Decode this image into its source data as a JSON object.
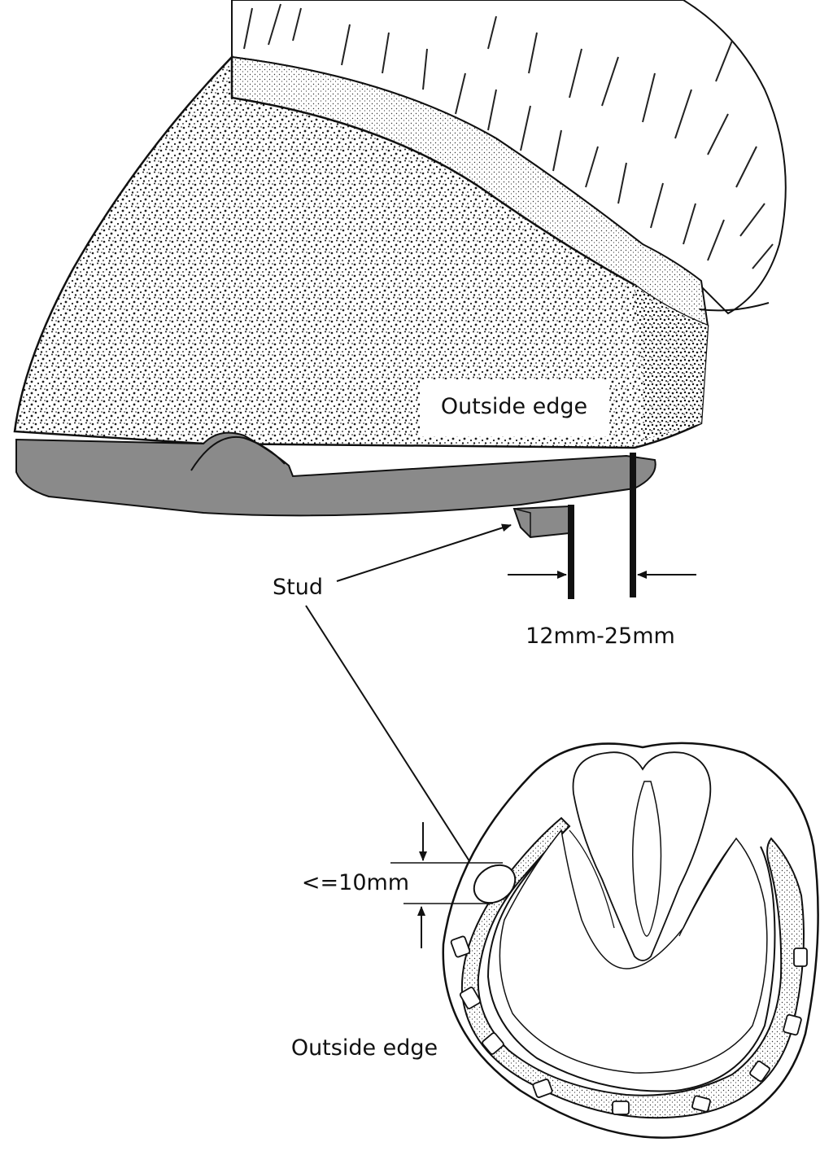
{
  "labels": {
    "outside_edge_top": "Outside edge",
    "stud": "Stud",
    "stud_distance": "12mm-25mm",
    "clearance": "<=10mm",
    "outside_edge_bottom": "Outside edge"
  },
  "colors": {
    "ink": "#111111",
    "shoe_fill": "#8a8a8a",
    "hoof_fill": "#ffffff",
    "stipple": "#1a1a1a"
  },
  "icons": {
    "hoof_side_view": "hoof-side-illustration",
    "hoof_sole_view": "hoof-sole-illustration",
    "arrow": "arrow-icon"
  }
}
